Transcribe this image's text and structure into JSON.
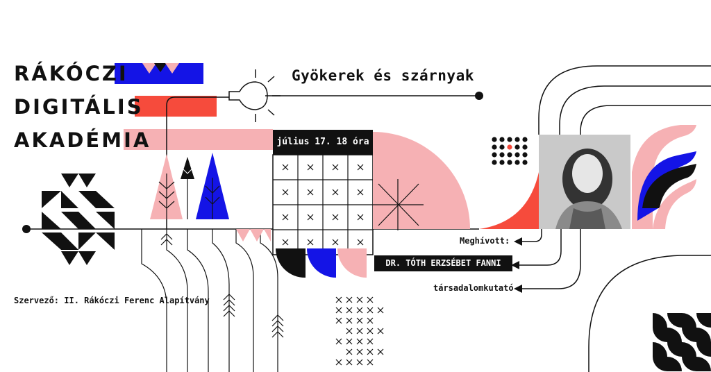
{
  "title_lines": [
    "RÁKÓCZI",
    "DIGITÁLIS",
    "AKADÉMIA"
  ],
  "subtitle": "Gyökerek és szárnyak",
  "date_label": "július 17. 18 óra",
  "guest_label": "Meghívott:",
  "guest_name": "DR. TÓTH ERZSÉBET FANNI",
  "guest_role": "társadalomkutató",
  "organizer": "Szervező: II. Rákóczi Ferenc Alapítvány",
  "colors": {
    "pink": "#f6b1b4",
    "red": "#f64b3c",
    "blue": "#1414e6",
    "black": "#111111"
  }
}
